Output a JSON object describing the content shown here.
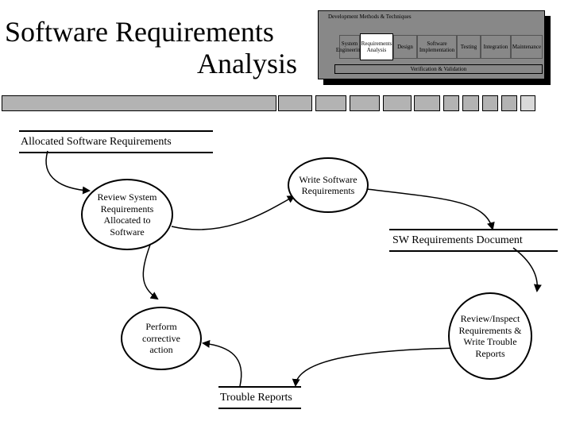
{
  "title": {
    "line1": "Software Requirements",
    "line2": "Analysis"
  },
  "methods_panel": {
    "title": "Development Methods & Techniques",
    "phases": [
      {
        "label": "System Engineering",
        "active": false
      },
      {
        "label": "Requirements Analysis",
        "active": true
      },
      {
        "label": "Design",
        "active": false
      },
      {
        "label": "Software Implementation",
        "active": false
      },
      {
        "label": "Testing",
        "active": false
      },
      {
        "label": "Integration",
        "active": false
      },
      {
        "label": "Maintenance",
        "active": false
      }
    ],
    "vv_label": "Verification & Validation"
  },
  "progress_bar": {
    "segments": 12,
    "fill_color": "#b3b3b3",
    "light_segments": [
      10,
      11
    ],
    "light_color": "#d9d9d9"
  },
  "documents": {
    "allocated": "Allocated Software Requirements",
    "sw_req_doc": "SW Requirements Document",
    "trouble_reports": "Trouble Reports"
  },
  "processes": {
    "review": "Review System Requirements Allocated to Software",
    "write": "Write Software Requirements",
    "inspect": "Review/Inspect Requirements & Write Trouble Reports",
    "corrective": "Perform corrective action"
  }
}
